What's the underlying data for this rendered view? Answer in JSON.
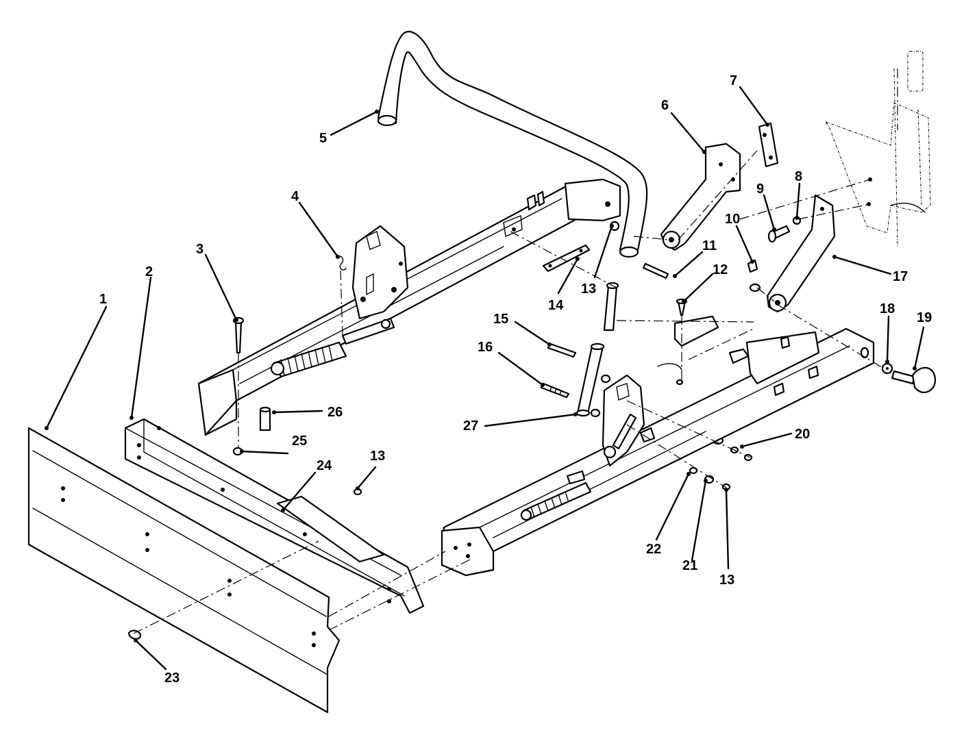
{
  "callouts": [
    {
      "id": "1",
      "label": "1"
    },
    {
      "id": "2",
      "label": "2"
    },
    {
      "id": "3",
      "label": "3"
    },
    {
      "id": "4",
      "label": "4"
    },
    {
      "id": "5",
      "label": "5"
    },
    {
      "id": "6",
      "label": "6"
    },
    {
      "id": "7",
      "label": "7"
    },
    {
      "id": "8",
      "label": "8"
    },
    {
      "id": "9",
      "label": "9"
    },
    {
      "id": "10",
      "label": "10"
    },
    {
      "id": "11",
      "label": "11"
    },
    {
      "id": "12",
      "label": "12"
    },
    {
      "id": "13a",
      "label": "13"
    },
    {
      "id": "14",
      "label": "14"
    },
    {
      "id": "15",
      "label": "15"
    },
    {
      "id": "16",
      "label": "16"
    },
    {
      "id": "17",
      "label": "17"
    },
    {
      "id": "18",
      "label": "18"
    },
    {
      "id": "19",
      "label": "19"
    },
    {
      "id": "20",
      "label": "20"
    },
    {
      "id": "21",
      "label": "21"
    },
    {
      "id": "22",
      "label": "22"
    },
    {
      "id": "13b",
      "label": "13"
    },
    {
      "id": "13c",
      "label": "13"
    },
    {
      "id": "23",
      "label": "23"
    },
    {
      "id": "24",
      "label": "24"
    },
    {
      "id": "25",
      "label": "25"
    },
    {
      "id": "26",
      "label": "26"
    },
    {
      "id": "27",
      "label": "27"
    }
  ]
}
